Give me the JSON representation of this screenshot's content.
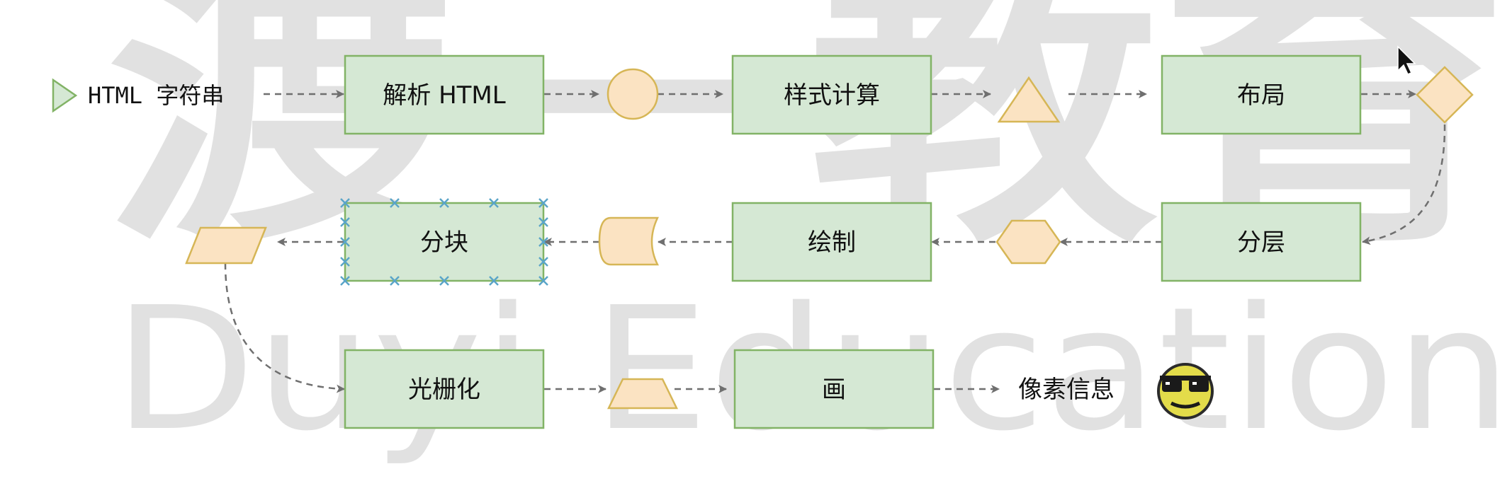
{
  "watermark": {
    "cn": "渡一教育",
    "en": "Duyi Education"
  },
  "start_label": "HTML 字符串",
  "steps": {
    "parse": "解析 HTML",
    "style": "样式计算",
    "layout": "布局",
    "layer": "分层",
    "paint": "绘制",
    "tiling": "分块",
    "raster": "光栅化",
    "draw": "画"
  },
  "end_label": "像素信息",
  "colors": {
    "step_fill": "#d5e8d4",
    "step_stroke": "#82b366",
    "shape_fill": "#fbe3c2",
    "shape_stroke": "#d6b656",
    "connector": "#6f6f6f",
    "selection_handles": "#5aa5c8"
  },
  "icons": {
    "start": "play-triangle-icon",
    "end": "cool-smiley-icon"
  }
}
